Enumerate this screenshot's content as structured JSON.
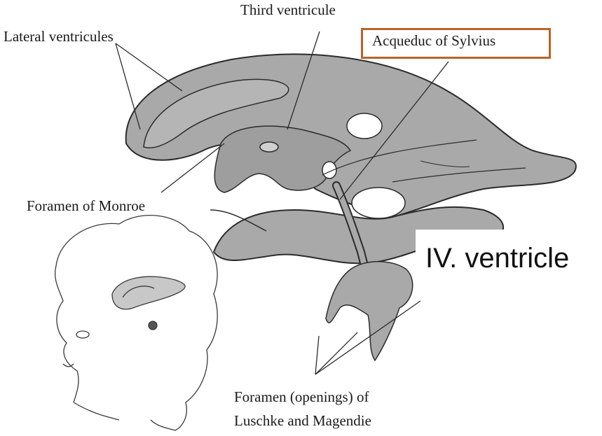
{
  "labels": {
    "third_ventricule": "Third ventricule",
    "lateral_ventricules": "Lateral ventricules",
    "acqueduc": "Acqueduc of Sylvius",
    "foramen_monroe": "Foramen of Monroe",
    "fourth_ventricle": "IV. ventricle",
    "foramen_luschke_line1": "Foramen (openings) of",
    "foramen_luschke_line2": "Luschke and Magendie"
  },
  "colors": {
    "highlight_box": "#b8642a",
    "ventricle_fill": "#a9a9a9",
    "ventricle_dark": "#8a8a8a",
    "outline": "#2b2b2b"
  }
}
